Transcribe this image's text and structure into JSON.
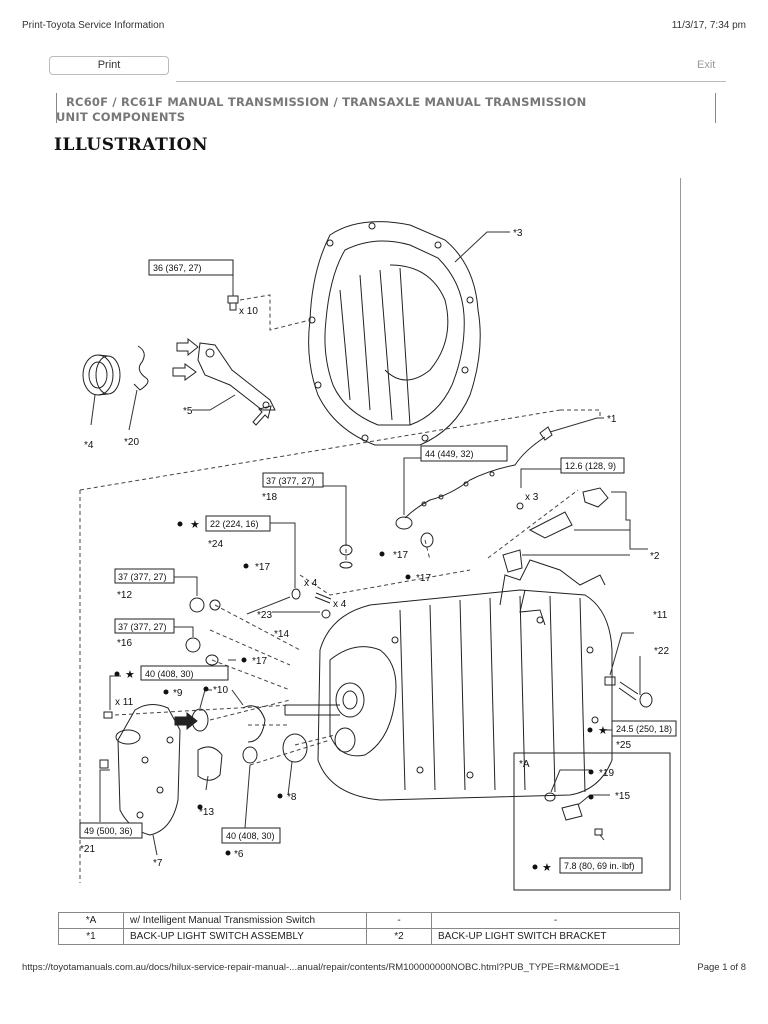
{
  "header": {
    "left": "Print-Toyota Service Information",
    "right": "11/3/17, 7:34 pm"
  },
  "toolbar": {
    "print_label": "Print",
    "exit_label": "Exit"
  },
  "title": {
    "line1": "RC60F / RC61F MANUAL TRANSMISSION / TRANSAXLE  MANUAL TRANSMISSION",
    "line2": "UNIT  COMPONENTS"
  },
  "section_heading": "ILLUSTRATION",
  "figure": {
    "torque_boxes": {
      "t36": "36 (367, 27)",
      "t44": "44 (449, 32)",
      "t37a": "37 (377, 27)",
      "t12": "12.6 (128, 9)",
      "t22": "22 (224, 16)",
      "t37b": "37 (377, 27)",
      "t37c": "37 (377, 27)",
      "t40a": "40 (408, 30)",
      "t245": "24.5 (250, 18)",
      "t49": "49 (500, 36)",
      "t40b": "40 (408, 30)",
      "t78": "7.8 (80, 69 in.·lbf)"
    },
    "qty": {
      "x10": "x 10",
      "x3": "x 3",
      "x4a": "x 4",
      "x4b": "x 4",
      "x11": "x 11"
    },
    "callouts": {
      "c3": "*3",
      "c1": "*1",
      "c4": "*4",
      "c20": "*20",
      "c5": "*5",
      "c18": "*18",
      "c2": "*2",
      "c24": "*24",
      "c17a": "*17",
      "c17b": "*17",
      "c17c": "*17",
      "c17d": "*17",
      "c12": "*12",
      "c23": "*23",
      "c14": "*14",
      "c16": "*16",
      "c11": "*11",
      "c22": "*22",
      "c9": "*9",
      "c10": "*10",
      "c25": "*25",
      "cA": "*A",
      "c19": "*19",
      "c15": "*15",
      "c13": "*13",
      "c8": "*8",
      "c21": "*21",
      "c7": "*7",
      "c6": "*6"
    }
  },
  "legend": {
    "rows": [
      [
        "*A",
        "w/ Intelligent Manual Transmission Switch",
        "-",
        "-"
      ],
      [
        "*1",
        "BACK-UP LIGHT SWITCH ASSEMBLY",
        "*2",
        "BACK-UP LIGHT SWITCH BRACKET"
      ]
    ]
  },
  "footer": {
    "url": "https://toyotamanuals.com.au/docs/hilux-service-repair-manual-...anual/repair/contents/RM100000000NOBC.html?PUB_TYPE=RM&MODE=1",
    "page": "Page 1 of 8"
  }
}
